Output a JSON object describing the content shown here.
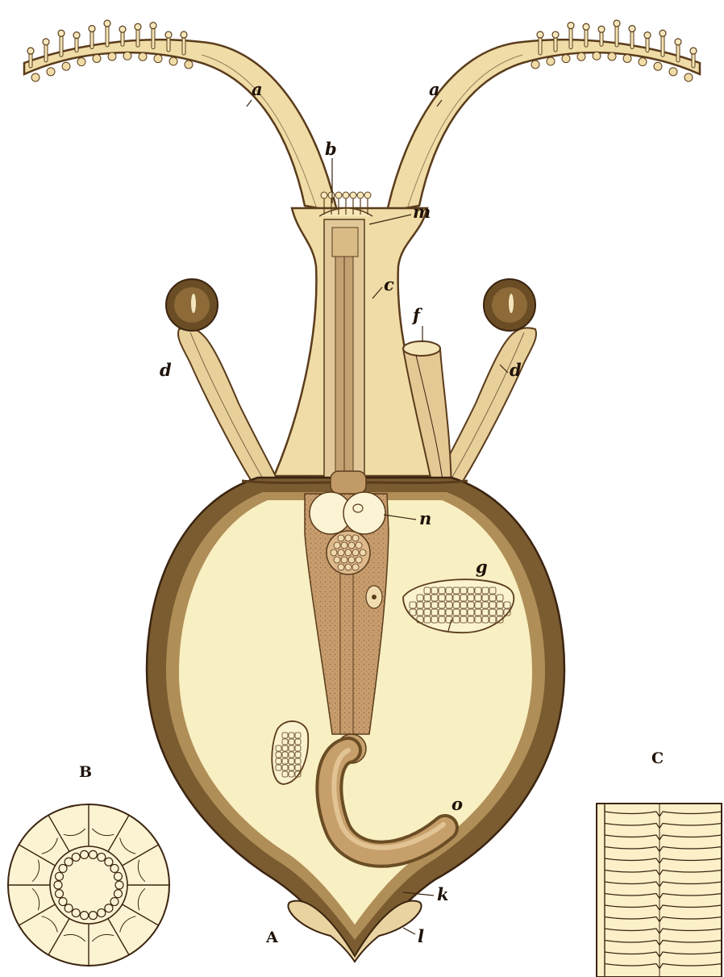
{
  "figure": {
    "panel_captions": {
      "A": "A",
      "B": "B",
      "C": "C"
    },
    "labels": {
      "a_left": "a",
      "a_right": "a",
      "b": "b",
      "m": "m",
      "c": "c",
      "f": "f",
      "d_left": "d",
      "d_right": "d",
      "n": "n",
      "g": "g",
      "o": "o",
      "k": "k",
      "l": "l"
    },
    "colors": {
      "paper": "#ffffff",
      "body_fill": "#f8efc2",
      "tan": "#e7cf93",
      "stalk_light": "#efdca6",
      "dark_wall": "#8a6a3a",
      "gut": "#cfa77a",
      "ink": "#3b2410"
    }
  }
}
